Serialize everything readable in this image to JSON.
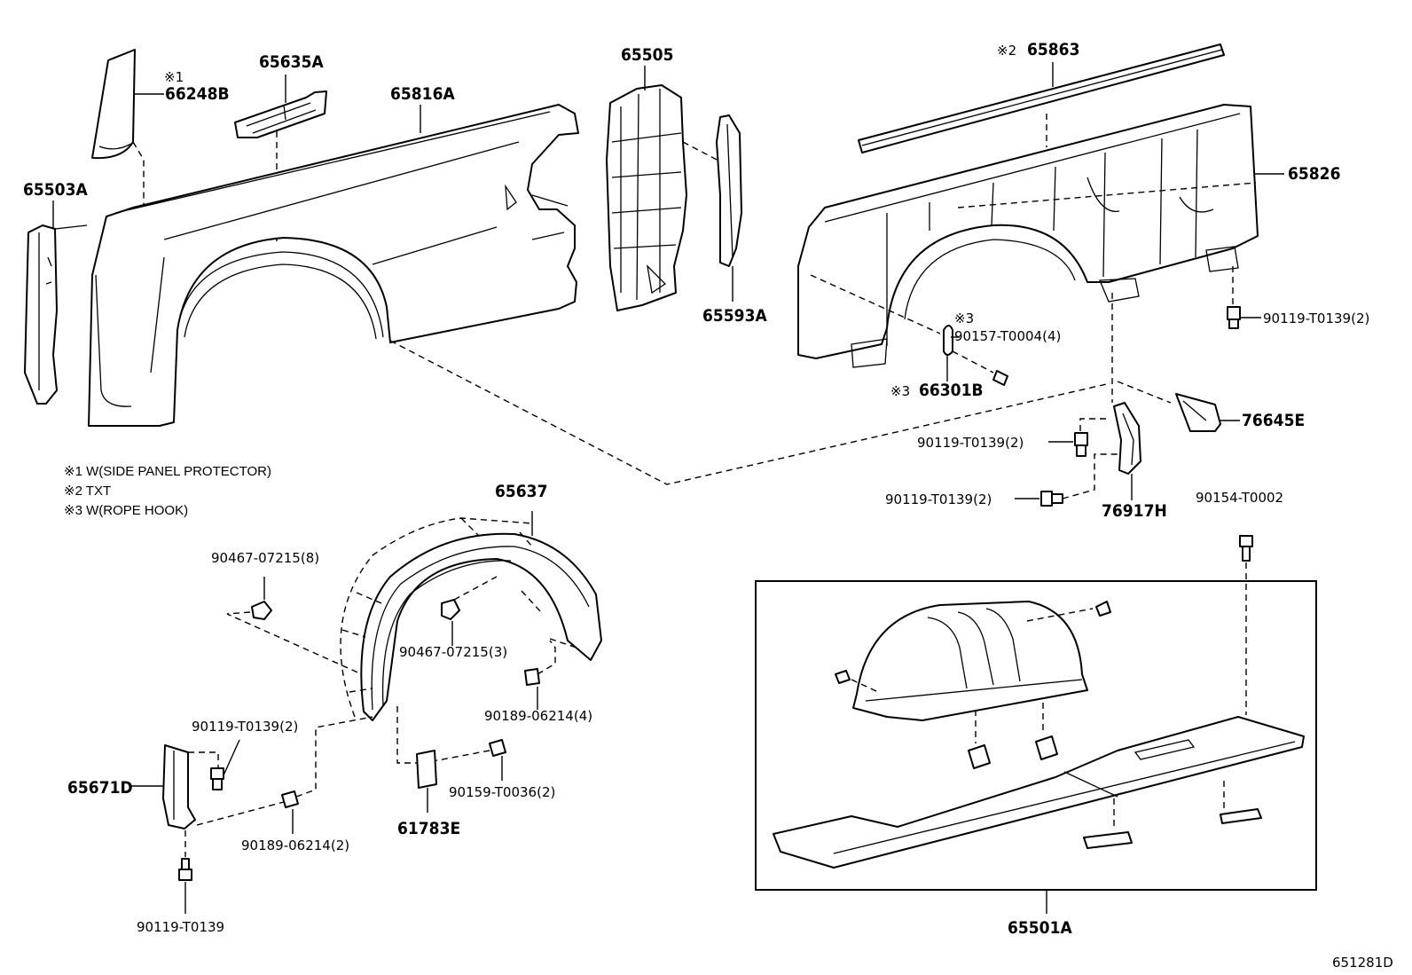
{
  "parts": {
    "p66248B": "66248B",
    "p66248B_mark": "※1",
    "p65635A": "65635A",
    "p65816A": "65816A",
    "p65505": "65505",
    "p65863": "65863",
    "p65863_mark": "※2",
    "p65826": "65826",
    "p65503A": "65503A",
    "p65593A": "65593A",
    "p90119_T0139_2_a": "90119-T0139(2)",
    "p90157_T0004_4": "90157-T0004(4)",
    "p90157_mark": "※3",
    "p66301B": "66301B",
    "p66301B_mark": "※3",
    "p76645E": "76645E",
    "p90119_T0139_2_b": "90119-T0139(2)",
    "p90119_T0139_2_c": "90119-T0139(2)",
    "p76917H": "76917H",
    "p90154_T0002": "90154-T0002",
    "p65637": "65637",
    "p90467_07215_8": "90467-07215(8)",
    "p90467_07215_3": "90467-07215(3)",
    "p90189_06214_4": "90189-06214(4)",
    "p90119_T0139_2_d": "90119-T0139(2)",
    "p65671D": "65671D",
    "p90159_T0036_2": "90159-T0036(2)",
    "p90189_06214_2": "90189-06214(2)",
    "p61783E": "61783E",
    "p90119_T0139": "90119-T0139",
    "p65501A": "65501A"
  },
  "notes": {
    "n1": "※1 W(SIDE PANEL PROTECTOR)",
    "n2": "※2 TXT",
    "n3": "※3 W(ROPE HOOK)"
  },
  "diagram_code": "651281D"
}
